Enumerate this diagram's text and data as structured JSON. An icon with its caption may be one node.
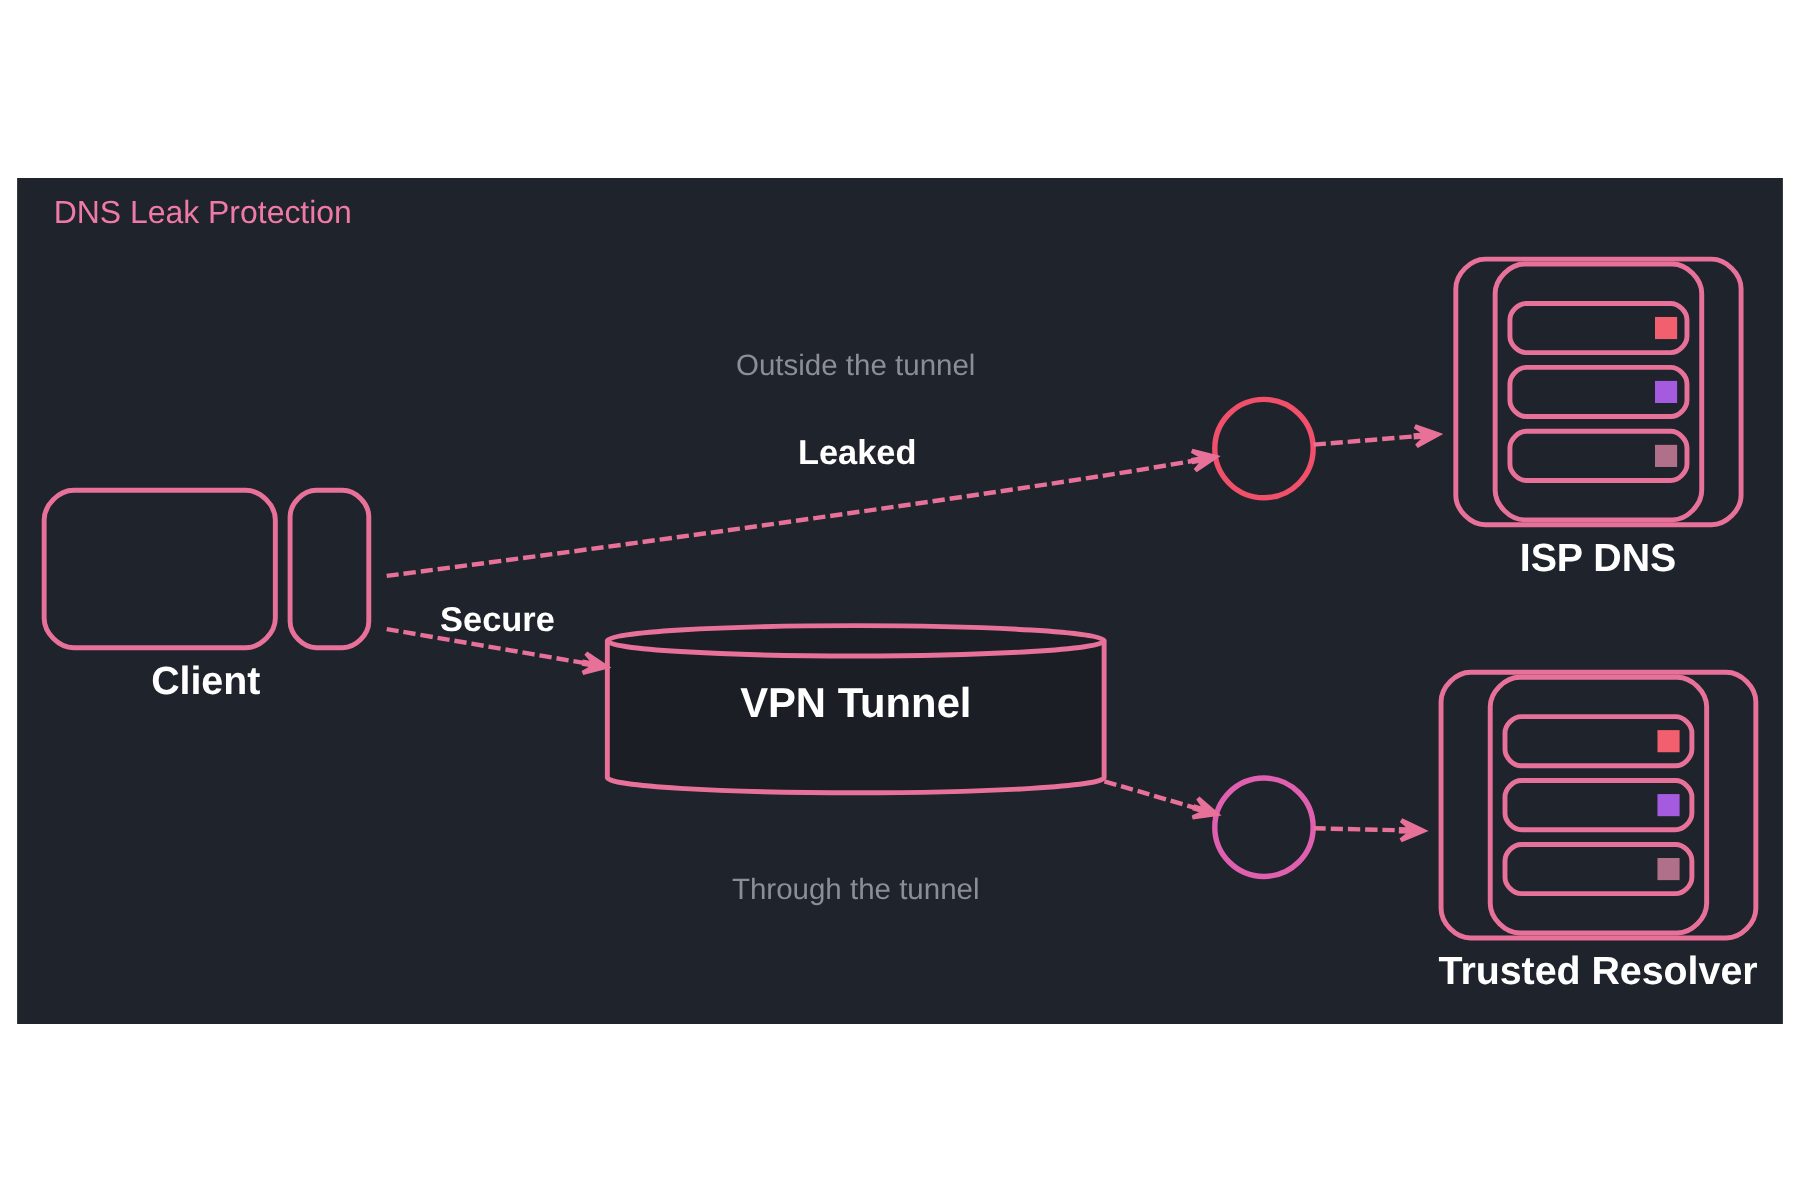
{
  "diagram": {
    "title": "DNS Leak Protection",
    "nodes": [
      {
        "text": [
          "Client"
        ]
      },
      {
        "text": [],
        "shape": "circle"
      },
      {
        "text": [
          "ISP DNS"
        ]
      },
      {
        "text": [
          "VPN Tunnel"
        ]
      },
      {
        "text": [],
        "shape": "circle"
      },
      {
        "text": [
          "Trusted Resolver"
        ]
      }
    ],
    "edges": [
      {
        "from": 0,
        "to": 1,
        "arrow": "to",
        "style": "dashed",
        "label": "Leaked"
      },
      {
        "from": 1,
        "to": 2,
        "arrow": "to",
        "style": "dashed"
      },
      {
        "from": 0,
        "to": 3,
        "arrow": "to",
        "style": "dashed",
        "label": "Secure"
      },
      {
        "from": 3,
        "to": 4,
        "arrow": "to",
        "style": "dashed"
      },
      {
        "from": 4,
        "to": 5,
        "arrow": "to",
        "style": "dashed"
      }
    ],
    "labels": [
      "Outside the tunnel",
      "Through the tunnel"
    ]
  }
}
